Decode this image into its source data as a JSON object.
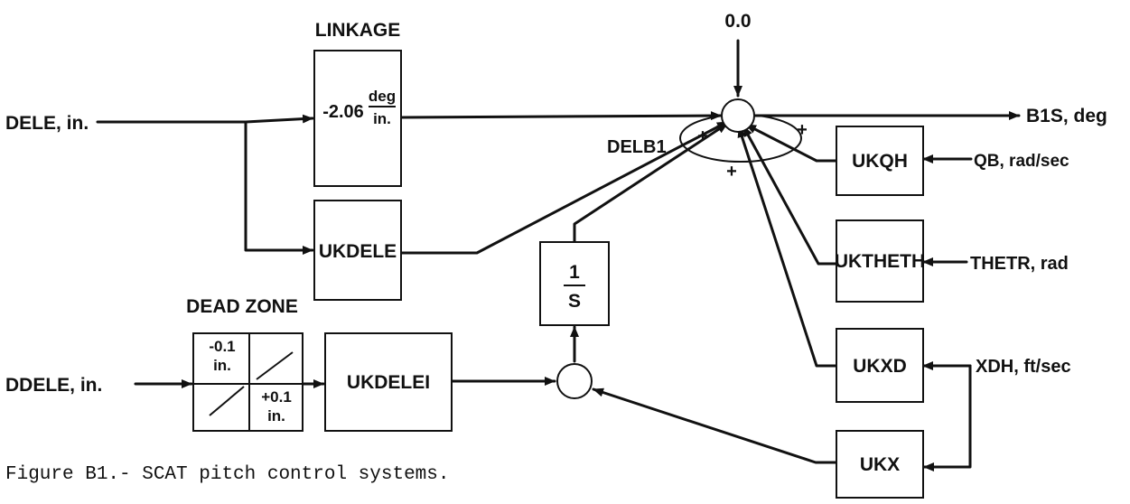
{
  "labels": {
    "linkage_title": "LINKAGE",
    "dead_zone_title": "DEAD ZONE",
    "zero_input": "0.0",
    "delb1": "DELB1",
    "plus": "+"
  },
  "inputs": {
    "dele": "DELE, in.",
    "ddele": "DDELE, in.",
    "qb": "QB, rad/sec",
    "thetr": "THETR, rad",
    "xdh": "XDH, ft/sec"
  },
  "outputs": {
    "b1s": "B1S, deg"
  },
  "blocks": {
    "linkage_gain": "-2.06",
    "linkage_unit_num": "deg",
    "linkage_unit_den": "in.",
    "ukdele": "UKDELE",
    "ukdelei": "UKDELEI",
    "integrator_num": "1",
    "integrator_den": "S",
    "ukqh": "UKQH",
    "uktheth": "UKTHETH",
    "ukxd": "UKXD",
    "ukx": "UKX"
  },
  "dead_zone": {
    "upper_value": "-0.1",
    "upper_unit": "in.",
    "lower_value": "+0.1",
    "lower_unit": "in."
  },
  "caption": "Figure B1.- SCAT pitch control systems."
}
